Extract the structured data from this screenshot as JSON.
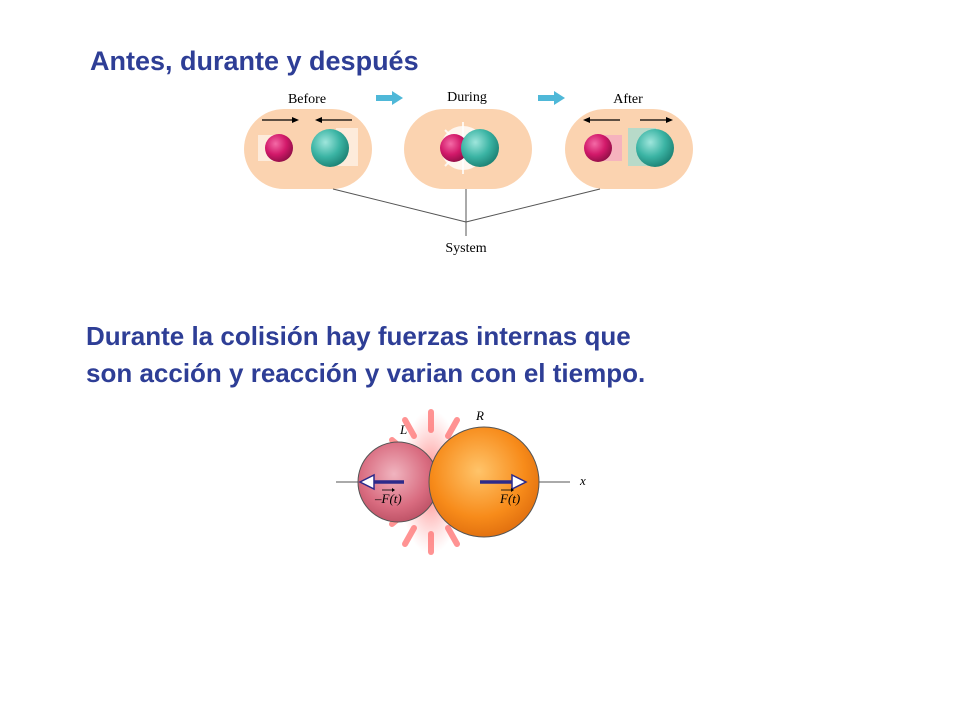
{
  "title": "Antes, durante y después",
  "stages": {
    "before": "Before",
    "during": "During",
    "after": "After"
  },
  "system_label": "System",
  "description": {
    "line1": "Durante la colisión hay fuerzas internas que",
    "line2": "son acción y reacción y varian con el tiempo."
  },
  "force_diagram": {
    "left_label": "L",
    "right_label": "R",
    "axis_label": "x",
    "force_left": "–F(t)",
    "force_right": "F(t)"
  },
  "colors": {
    "title_blue": "#2e3e96",
    "system_bg": "#fbd3b0",
    "magenta_ball": "#d2196a",
    "teal_ball": "#3bb4a4",
    "stage_arrow": "#4fb8d8",
    "pink_body": "#d96c80",
    "orange_body": "#f78b1a",
    "force_arrow": "#2c2a8a"
  }
}
